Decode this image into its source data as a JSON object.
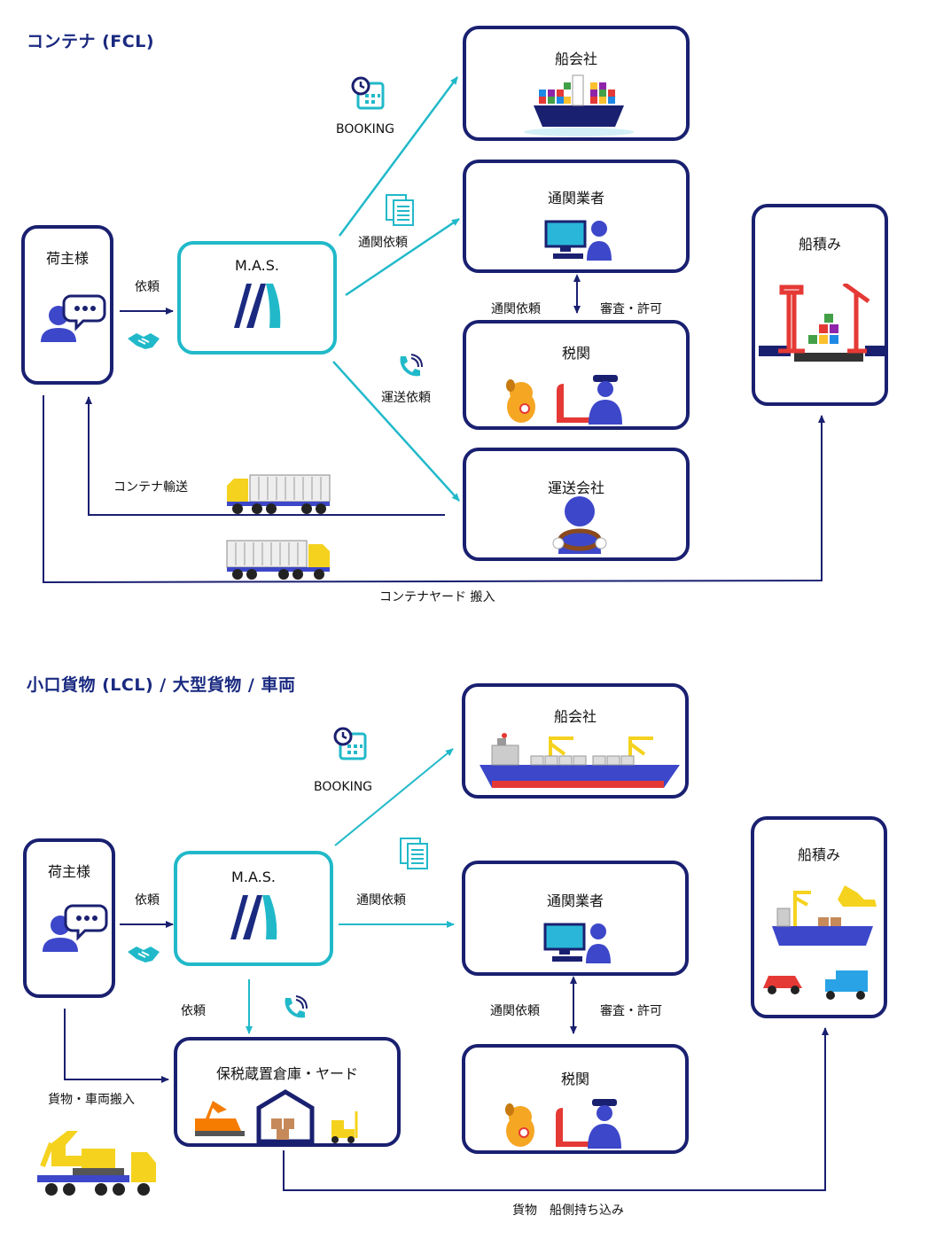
{
  "fcl": {
    "title": "コンテナ (FCL)",
    "shipper": "荷主様",
    "mas": "M.A.S.",
    "shipping_company": "船会社",
    "customs_broker": "通関業者",
    "customs": "税関",
    "transport_company": "運送会社",
    "loading": "船積み",
    "label_request": "依頼",
    "label_booking": "BOOKING",
    "label_customs_request_top": "通関依頼",
    "label_customs_request_mid": "通関依頼",
    "label_review": "審査・許可",
    "label_transport_request": "運送依頼",
    "label_container_transport": "コンテナ輸送",
    "label_yard": "コンテナヤード 搬入"
  },
  "lcl": {
    "title": "小口貨物 (LCL) / 大型貨物 / 車両",
    "shipper": "荷主様",
    "mas": "M.A.S.",
    "shipping_company": "船会社",
    "customs_broker": "通関業者",
    "customs": "税関",
    "warehouse": "保税蔵置倉庫・ヤード",
    "loading": "船積み",
    "label_request": "依頼",
    "label_booking": "BOOKING",
    "label_customs_request": "通関依頼",
    "label_request_down": "依頼",
    "label_customs_request_mid": "通関依頼",
    "label_review": "審査・許可",
    "label_cargo_in": "貨物・車両搬入",
    "label_cargo_ship": "貨物　船側持ち込み"
  },
  "colors": {
    "navy": "#1a2070",
    "teal": "#21b9c9",
    "person": "#3d47c9"
  }
}
